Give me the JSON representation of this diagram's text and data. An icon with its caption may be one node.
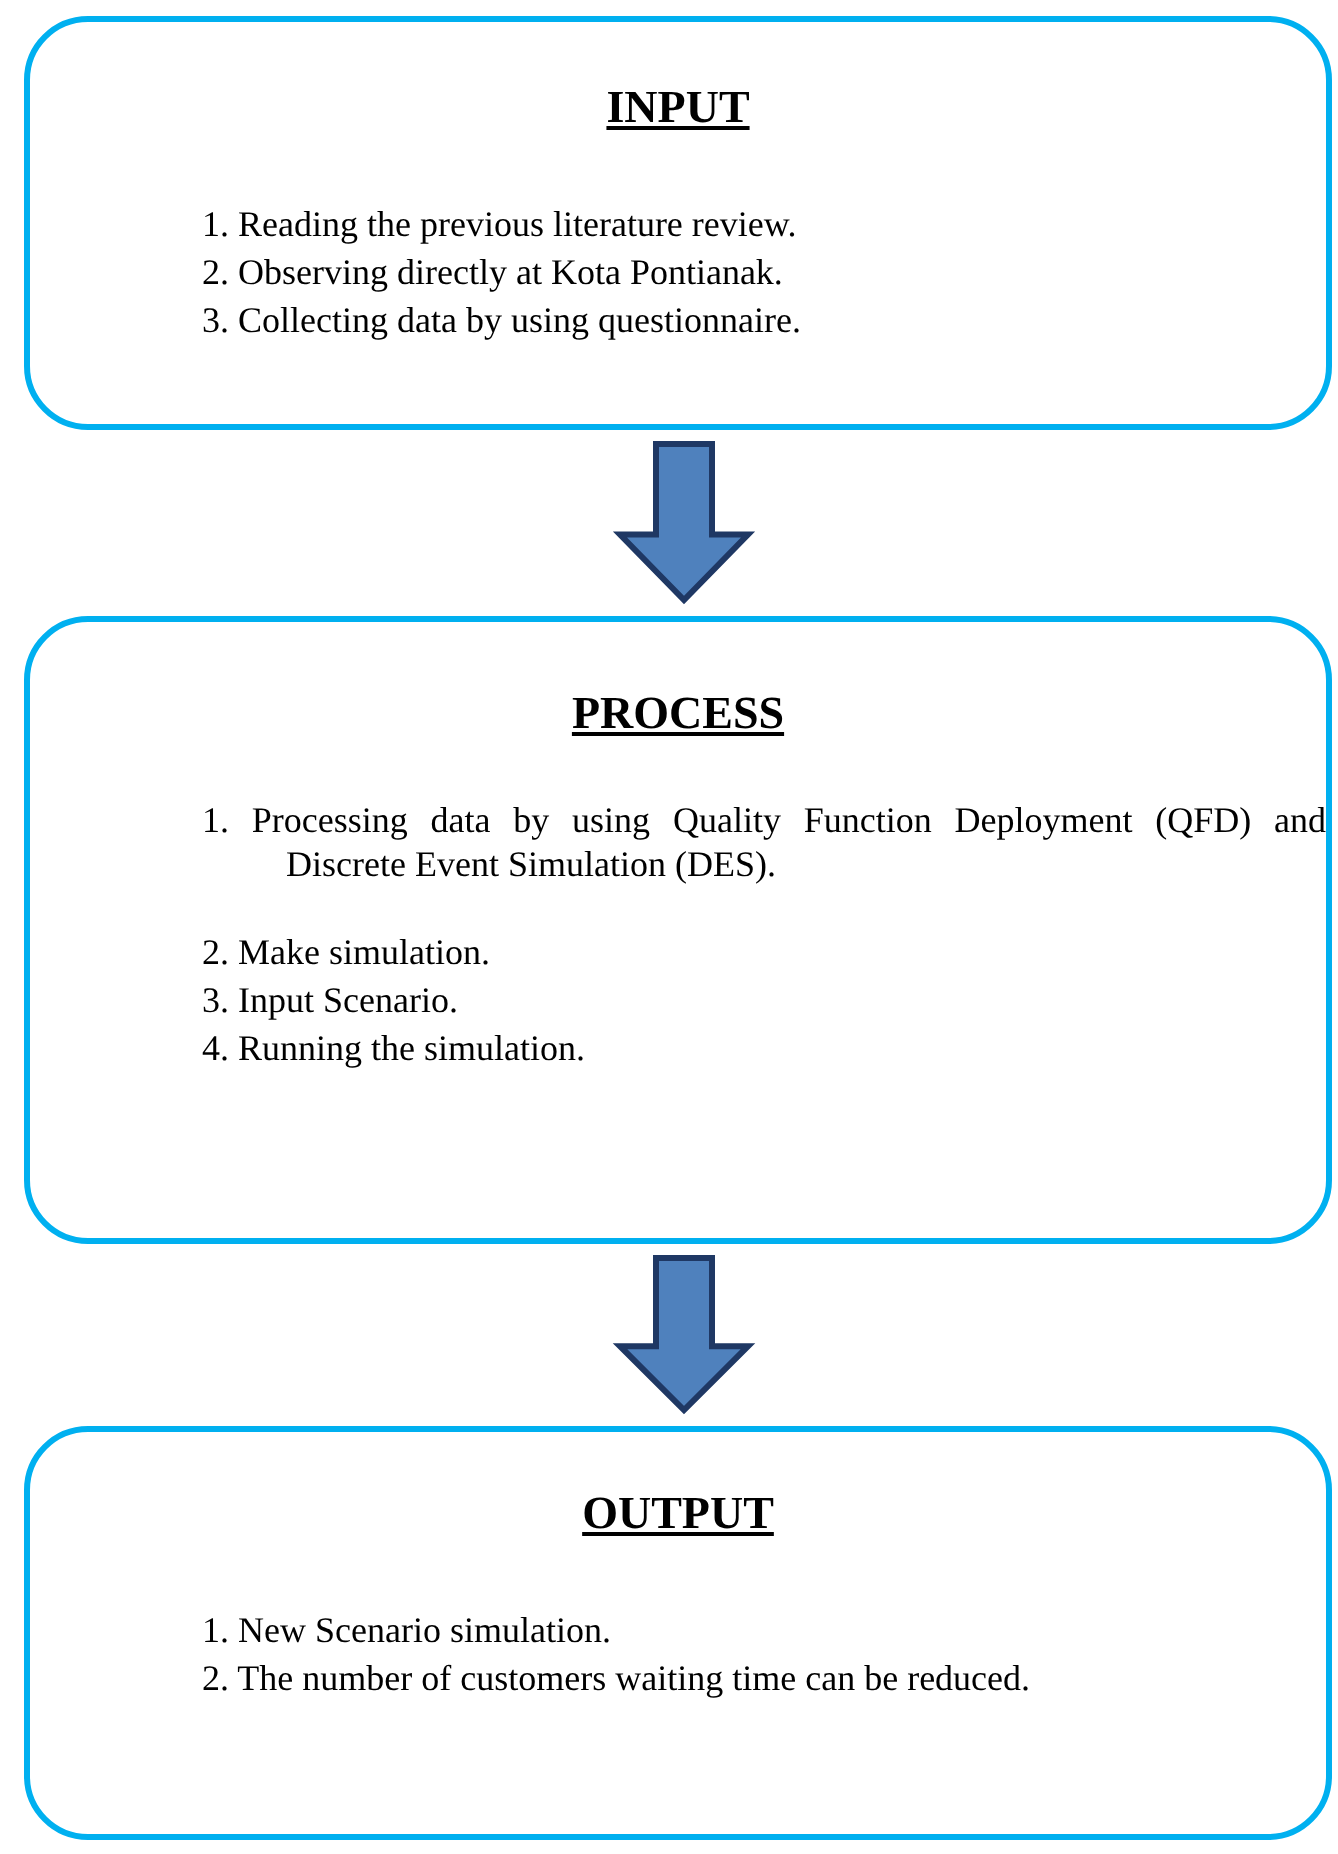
{
  "diagram": {
    "nodes": [
      {
        "text": [
          "INPUT",
          "1. Reading the previous literature review.",
          "2. Observing directly at Kota Pontianak.",
          "3. Collecting data by using questionnaire."
        ]
      },
      {
        "text": [
          "PROCESS",
          "1. Processing data by using Quality Function Deployment (QFD) and Discrete Event Simulation (DES).",
          "2. Make simulation.",
          "3. Input Scenario.",
          "4. Running the simulation."
        ]
      },
      {
        "text": [
          "OUTPUT",
          "1. New Scenario simulation.",
          "2. The number of customers waiting time can be reduced."
        ]
      }
    ],
    "edges": [
      {
        "from": 0,
        "to": 1,
        "arrow": "to"
      },
      {
        "from": 1,
        "to": 2,
        "arrow": "to"
      }
    ]
  }
}
